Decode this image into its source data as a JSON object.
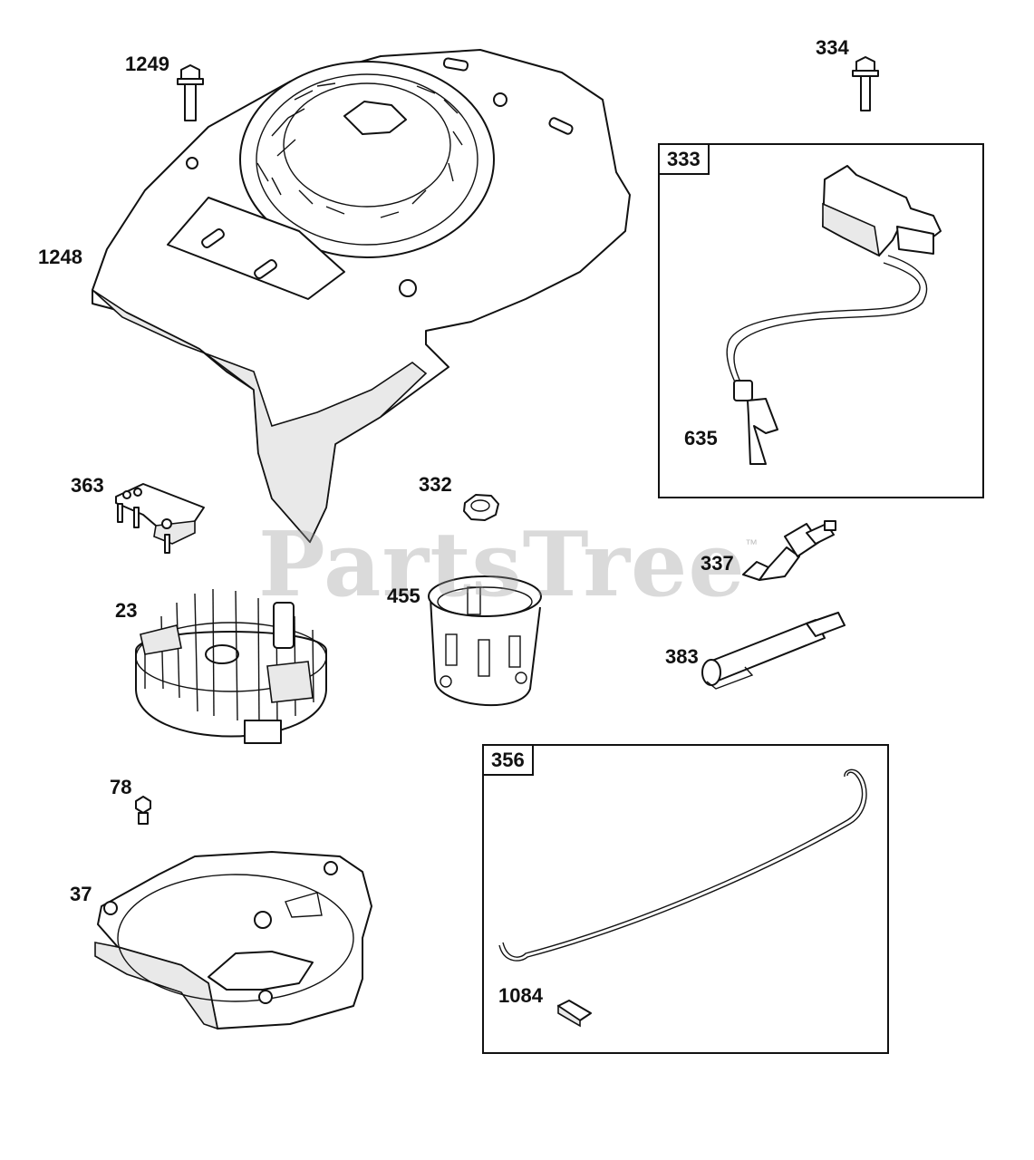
{
  "watermark": {
    "text": "PartsTree",
    "trademark": "™"
  },
  "parts": [
    {
      "id": "p1249",
      "number": "1249",
      "name": "bolt"
    },
    {
      "id": "p1248",
      "number": "1248",
      "name": "blower housing"
    },
    {
      "id": "p334",
      "number": "334",
      "name": "screw"
    },
    {
      "id": "p333",
      "number": "333",
      "name": "ignition armature"
    },
    {
      "id": "p635",
      "number": "635",
      "name": "spark plug boot"
    },
    {
      "id": "p363",
      "number": "363",
      "name": "bracket"
    },
    {
      "id": "p332",
      "number": "332",
      "name": "nut"
    },
    {
      "id": "p337",
      "number": "337",
      "name": "spark plug"
    },
    {
      "id": "p23",
      "number": "23",
      "name": "flywheel"
    },
    {
      "id": "p455",
      "number": "455",
      "name": "starter cup"
    },
    {
      "id": "p383",
      "number": "383",
      "name": "spark plug wrench"
    },
    {
      "id": "p356",
      "number": "356",
      "name": "ground wire"
    },
    {
      "id": "p78",
      "number": "78",
      "name": "screw"
    },
    {
      "id": "p37",
      "number": "37",
      "name": "backplate"
    },
    {
      "id": "p1084",
      "number": "1084",
      "name": "terminal"
    }
  ],
  "boxes": {
    "box333": "333",
    "box356": "356"
  }
}
